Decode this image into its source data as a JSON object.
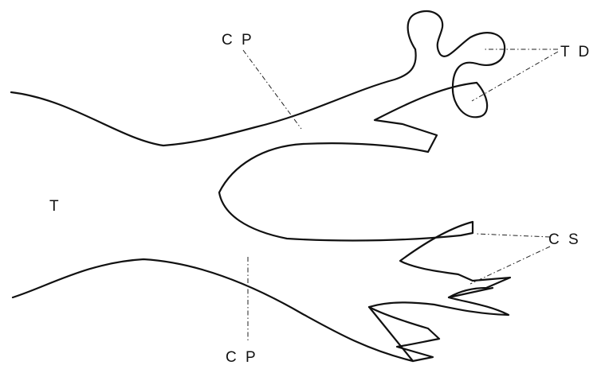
{
  "labels": {
    "cp_top": "C P",
    "cp_bottom": "C P",
    "td": "T D",
    "cs": "C S",
    "t": "T"
  }
}
